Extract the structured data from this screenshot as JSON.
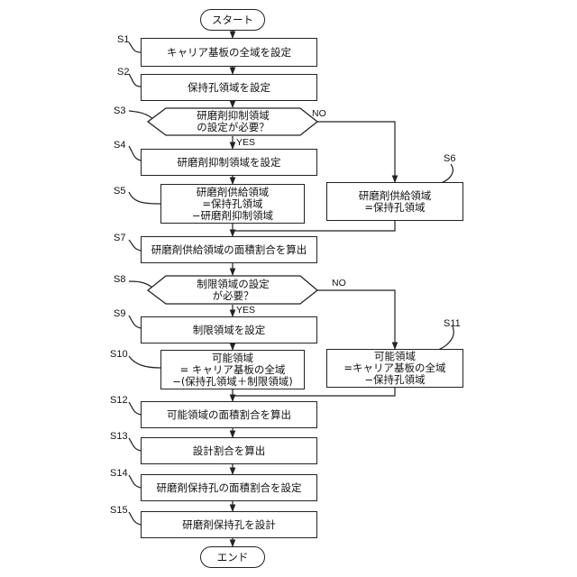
{
  "start": "スタート",
  "end": "エンド",
  "steps": {
    "s1": {
      "id": "S1",
      "text": "キャリア基板の全域を設定"
    },
    "s2": {
      "id": "S2",
      "text": "保持孔領域を設定"
    },
    "s3": {
      "id": "S3",
      "line1": "研磨剤抑制領域",
      "line2": "の設定が必要？"
    },
    "s4": {
      "id": "S4",
      "text": "研磨剤抑制領域を設定"
    },
    "s5": {
      "id": "S5",
      "line1": "研磨剤供給領域",
      "line2": "=保持孔領域",
      "line3": "−研磨剤抑制領域"
    },
    "s6": {
      "id": "S6",
      "line1": "研磨剤供給領域",
      "line2": "=保持孔領域"
    },
    "s7": {
      "id": "S7",
      "text": "研磨剤供給領域の面積割合を算出"
    },
    "s8": {
      "id": "S8",
      "line1": "制限領域の設定",
      "line2": "が必要？"
    },
    "s9": {
      "id": "S9",
      "text": "制限領域を設定"
    },
    "s10": {
      "id": "S10",
      "line1": "可能領域",
      "line2": "= キャリア基板の全域",
      "line3": "−(保持孔領域＋制限領域)"
    },
    "s11": {
      "id": "S11",
      "line1": "可能領域",
      "line2": "=キャリア基板の全域",
      "line3": "−保持孔領域"
    },
    "s12": {
      "id": "S12",
      "text": "可能領域の面積割合を算出"
    },
    "s13": {
      "id": "S13",
      "text": "設計割合を算出"
    },
    "s14": {
      "id": "S14",
      "text": "研磨剤保持孔の面積割合を設定"
    },
    "s15": {
      "id": "S15",
      "text": "研磨剤保持孔を設計"
    }
  },
  "branch_labels": {
    "s3_no": "NO",
    "s3_yes": "YES",
    "s8_no": "NO",
    "s8_yes": "YES"
  }
}
